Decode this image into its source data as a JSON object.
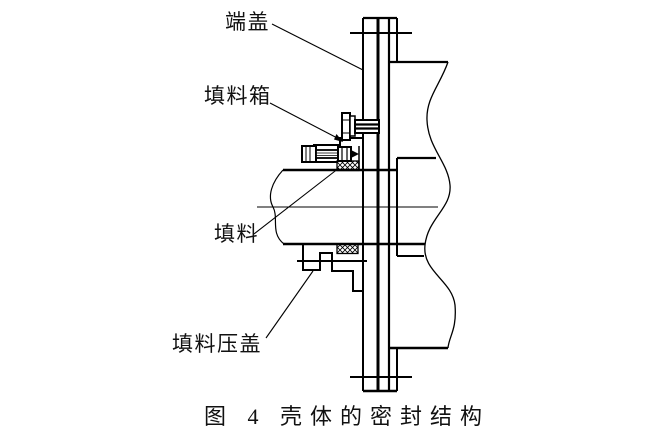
{
  "figure": {
    "caption": "图 4  壳体的密封结构",
    "labels": [
      {
        "id": "end-cover",
        "text": "端盖"
      },
      {
        "id": "stuffing-box",
        "text": "填料箱"
      },
      {
        "id": "packing",
        "text": "填料"
      },
      {
        "id": "packing-gland",
        "text": "填料压盖"
      }
    ],
    "colors": {
      "line": "#000000",
      "background": "#ffffff",
      "text": "#111111"
    }
  }
}
